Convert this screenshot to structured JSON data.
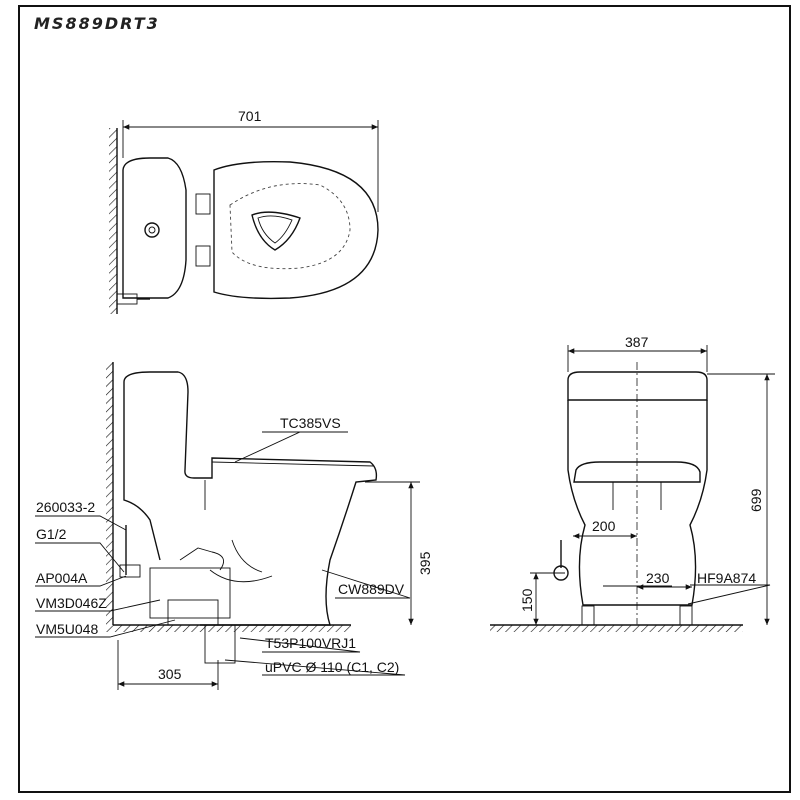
{
  "model": "MS889DRT3",
  "top_view": {
    "width_dim": "701"
  },
  "side_view": {
    "seat_code": "TC385VS",
    "valve_code": "260033-2",
    "thread": "G1/2",
    "hose_code": "AP004A",
    "part_code_1": "VM3D046Z",
    "part_code_2": "VM5U048",
    "bowl_code": "CW889DV",
    "flange_code": "T53P100VRJ1",
    "pipe_spec": "uPVC Ø 110 (C1, C2)",
    "height_dim": "395",
    "rough_in_dim": "305"
  },
  "front_view": {
    "width_dim": "387",
    "height_dim": "699",
    "offset_dim": "200",
    "bolt_dim": "230",
    "valve_height_dim": "150",
    "hinge_code": "HF9A874"
  }
}
